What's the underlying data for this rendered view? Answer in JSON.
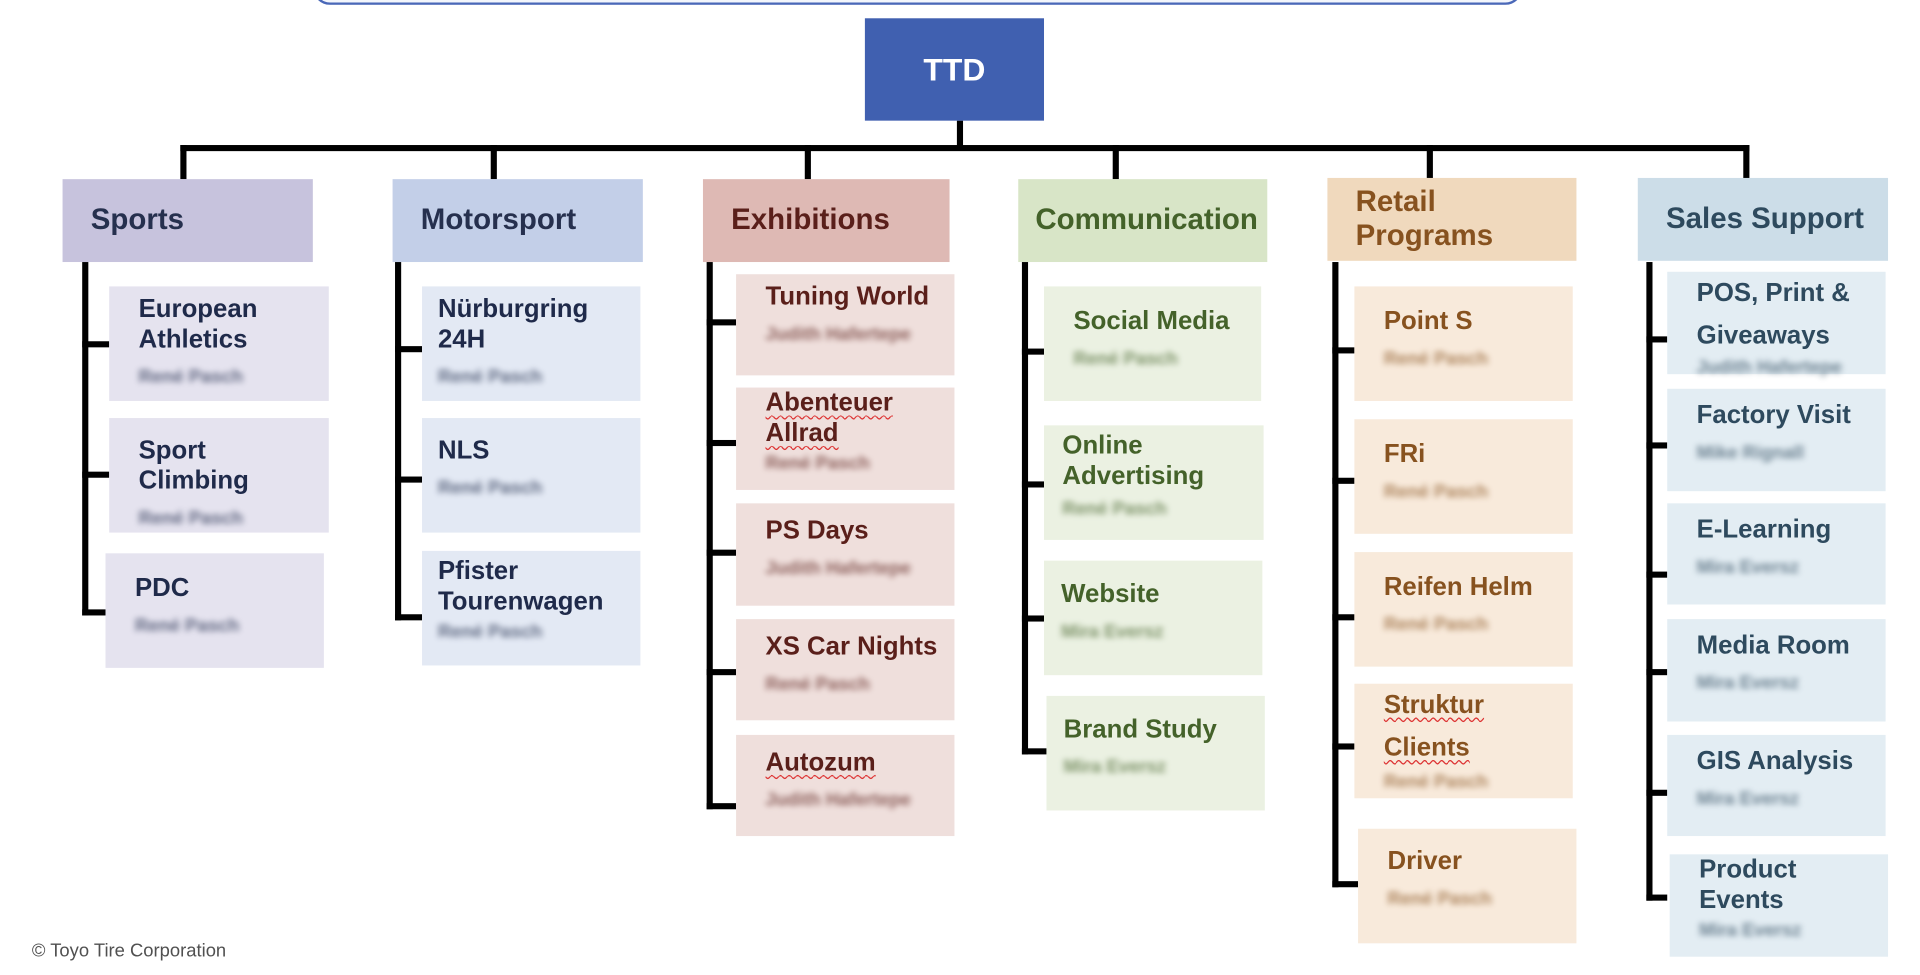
{
  "root": {
    "label": "TTD"
  },
  "columns": [
    {
      "title": "Sports",
      "items": [
        {
          "title": "European Athletics",
          "person": "René Pasch"
        },
        {
          "title": "Sport Climbing",
          "person": "René Pasch"
        },
        {
          "title": "PDC",
          "person": "René Pasch"
        }
      ]
    },
    {
      "title": "Motorsport",
      "items": [
        {
          "title": "Nürburgring 24H",
          "person": "René Pasch"
        },
        {
          "title": "NLS",
          "person": "René Pasch"
        },
        {
          "title": "Pfister Tourenwagen",
          "person": "René Pasch"
        }
      ]
    },
    {
      "title": "Exhibitions",
      "items": [
        {
          "title": "Tuning World",
          "person": "Judith Hafertepe"
        },
        {
          "title": "Abenteuer Allrad",
          "person": "René Pasch"
        },
        {
          "title": "PS Days",
          "person": "Judith Hafertepe"
        },
        {
          "title": "XS Car Nights",
          "person": "René Pasch"
        },
        {
          "title": "Autozum",
          "person": "Judith Hafertepe"
        }
      ]
    },
    {
      "title": "Communication",
      "items": [
        {
          "title": "Social Media",
          "person": "René Pasch"
        },
        {
          "title": "Online Advertising",
          "person": "René Pasch"
        },
        {
          "title": "Website",
          "person": "Mira Eversz"
        },
        {
          "title": "Brand Study",
          "person": "Mira Eversz"
        }
      ]
    },
    {
      "title": "Retail Programs",
      "items": [
        {
          "title": "Point S",
          "person": "René Pasch"
        },
        {
          "title": "FRi",
          "person": "René Pasch"
        },
        {
          "title": "Reifen Helm",
          "person": "René Pasch"
        },
        {
          "title": "Struktur Clients",
          "person": "René Pasch"
        },
        {
          "title": "Driver",
          "person": "René Pasch"
        }
      ]
    },
    {
      "title": "Sales Support",
      "items": [
        {
          "title": "POS, Print & Giveaways",
          "person": "Judith Hafertepe"
        },
        {
          "title": "Factory Visit",
          "person": "Mike Rignall"
        },
        {
          "title": "E-Learning",
          "person": "Mira Eversz"
        },
        {
          "title": "Media Room",
          "person": "Mira Eversz"
        },
        {
          "title": "GIS Analysis",
          "person": "Mira Eversz"
        },
        {
          "title": "Product Events",
          "person": "Mira Eversz"
        }
      ]
    }
  ],
  "footer": {
    "copyright": "© Toyo Tire Corporation"
  }
}
